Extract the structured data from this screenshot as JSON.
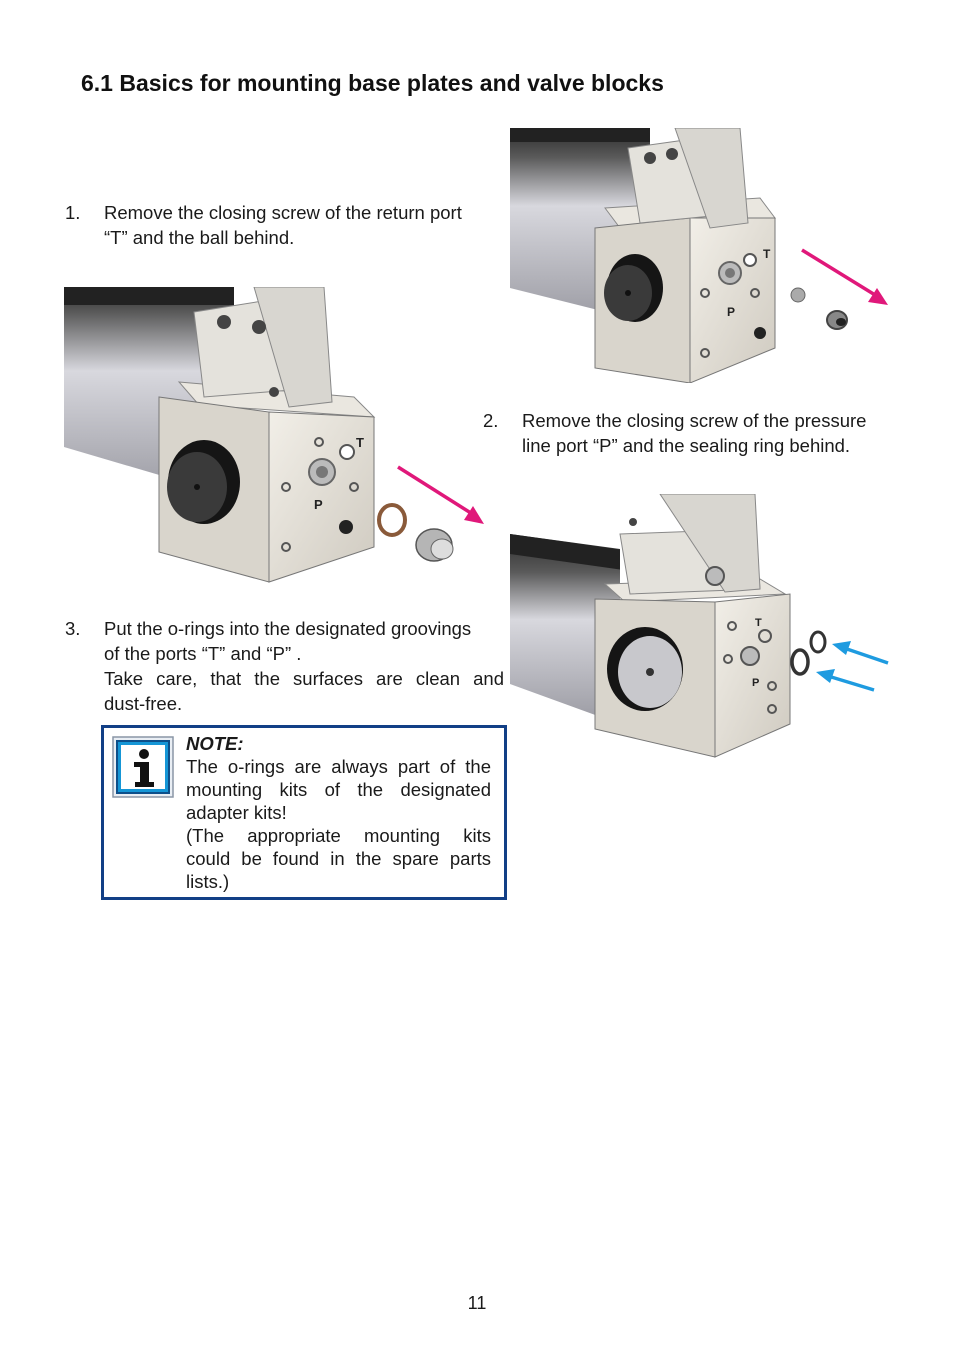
{
  "heading": "6.1  Basics for mounting base plates and valve blocks",
  "steps": [
    {
      "num": "1.",
      "lines": [
        "Remove the closing screw of the return port",
        "“T” and the ball behind."
      ]
    },
    {
      "num": "2.",
      "lines": [
        "Remove the closing screw of the pressure",
        "line port “P” and the sealing ring behind."
      ]
    },
    {
      "num": "3.",
      "lines": [
        "Put the o-rings into the designated groovings",
        "of the ports “T” and “P” .",
        "Take care, that the surfaces are clean and",
        "dust-free."
      ]
    }
  ],
  "note": {
    "title": "NOTE:",
    "lines": [
      "The o-rings are always part of the",
      "mounting kits of the designated",
      "adapter kits!",
      "(The appropriate mounting kits",
      "could be found in the spare parts",
      "lists.)"
    ],
    "icon": "info-icon"
  },
  "figure_labels": {
    "port_t": "T",
    "port_p": "P"
  },
  "colors": {
    "heading": "#111111",
    "note_border": "#123f86",
    "arrow_remove": "#e0187a",
    "arrow_insert": "#1e9be0",
    "info_icon": "#1596d6"
  },
  "page_number": "11"
}
